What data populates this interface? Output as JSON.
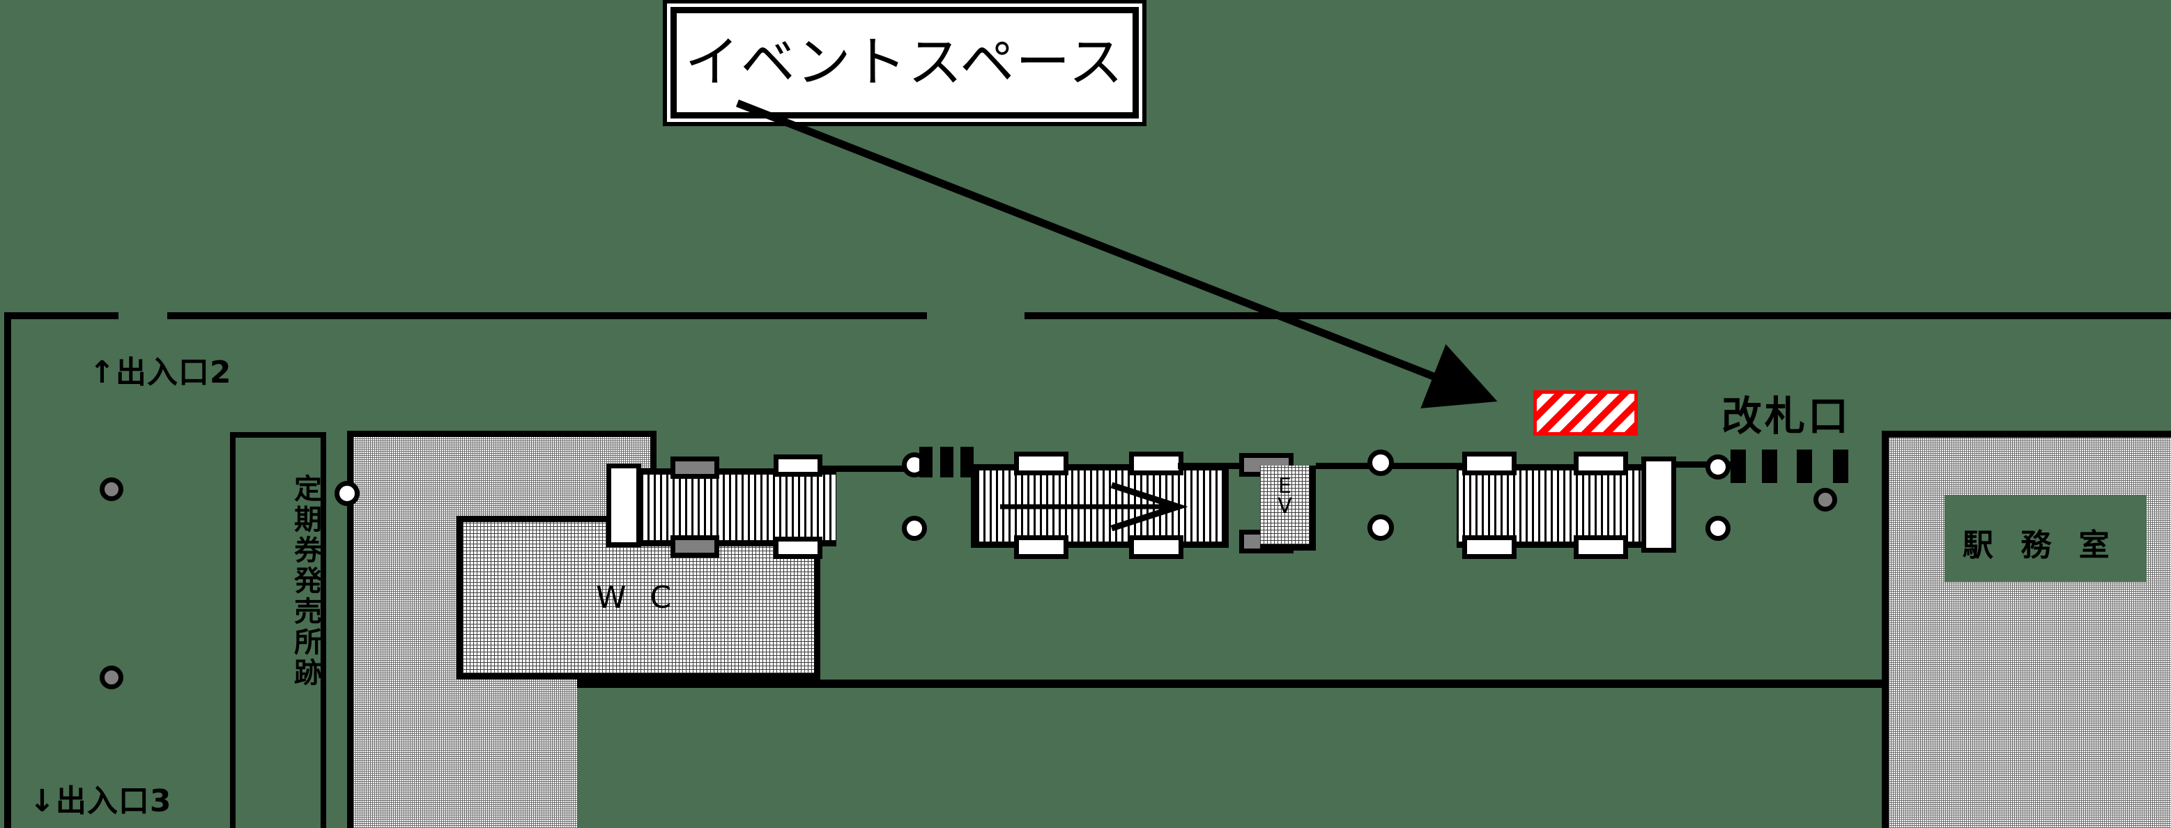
{
  "figure": {
    "kind": "station-concourse-floor-plan",
    "background_color": "#4a6f52"
  },
  "callout": {
    "label": "イベントスペース",
    "points_to": "event-space",
    "border_color": "#000000",
    "fill_color": "#ffffff"
  },
  "areas": {
    "event_space": {
      "label": "",
      "hatch_color": "#ff0000",
      "description": "red diagonal hatched rectangle"
    },
    "wc": {
      "label": "W C"
    },
    "ev": {
      "label": "EV",
      "line1": "E",
      "line2": "V"
    },
    "station_office": {
      "label": "駅 務 室"
    },
    "commuter_pass_office": {
      "label": "定期券発売所跡"
    }
  },
  "labels": {
    "exit2": "↑出入口2",
    "exit3": "↓出入口3",
    "ticket_gate": "改札口"
  },
  "colors": {
    "background": "#4a6f52",
    "wall": "#000000",
    "accent_red": "#ff0000",
    "gray_fill": "#808080",
    "white_fill": "#ffffff"
  },
  "pillars": {
    "gray_count": 3,
    "white_count": 7
  },
  "ticket_gates": {
    "count": 4
  }
}
